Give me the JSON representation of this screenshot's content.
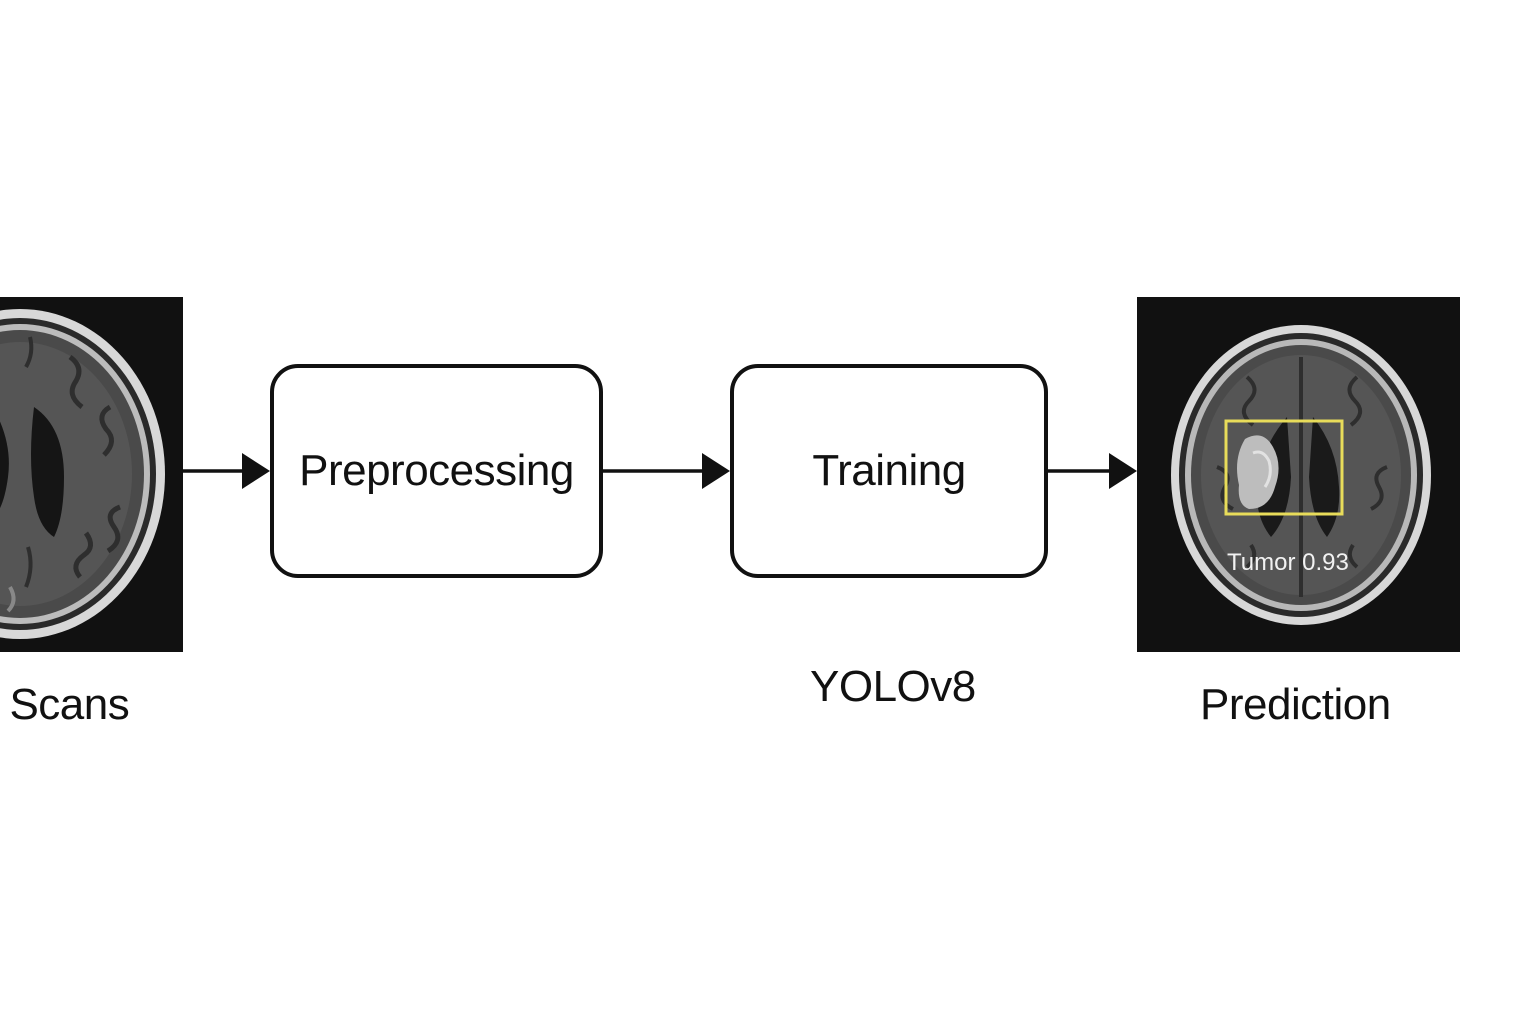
{
  "input": {
    "caption": "I Scans"
  },
  "stages": [
    {
      "label": "Preprocessing"
    },
    {
      "label": "Training",
      "caption": "YOLOv8"
    }
  ],
  "output": {
    "caption": "Prediction",
    "detection": {
      "label": "Tumor 0.93",
      "box_color": "#e8dc5a"
    }
  },
  "colors": {
    "background": "#ffffff",
    "stroke": "#111111",
    "scan_background": "#111111"
  }
}
